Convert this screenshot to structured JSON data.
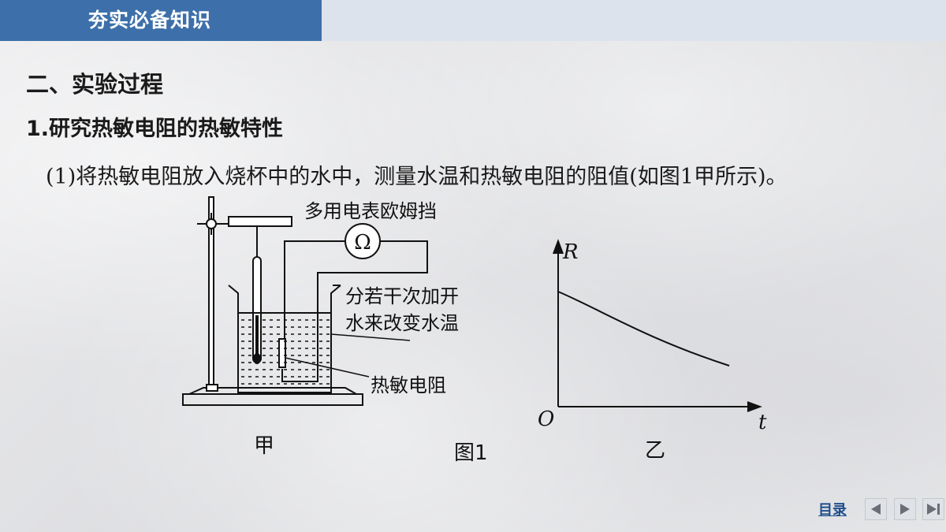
{
  "header": {
    "tab_title": "夯实必备知识"
  },
  "content": {
    "section_title": "二、实验过程",
    "sub_title": "1.研究热敏电阻的热敏特性",
    "step_text": "(1)将热敏电阻放入烧杯中的水中，测量水温和热敏电阻的阻值(如图1甲所示)。"
  },
  "figure": {
    "caption": "图1",
    "left": {
      "label": "甲",
      "meter_label": "多用电表欧姆挡",
      "meter_symbol": "Ω",
      "water_note_line1": "分若干次加开",
      "water_note_line2": "水来改变水温",
      "resistor_label": "热敏电阻"
    },
    "right": {
      "label": "乙",
      "y_axis": "R",
      "x_axis": "t",
      "origin": "O"
    }
  },
  "nav": {
    "toc_label": "目录",
    "prev_icon": "prev-triangle",
    "next_icon": "next-triangle",
    "last_icon": "last-triangle"
  },
  "colors": {
    "header_tab": "#3d70aa",
    "header_bar": "#dde3ec",
    "toc_link": "#1f4e8c"
  }
}
